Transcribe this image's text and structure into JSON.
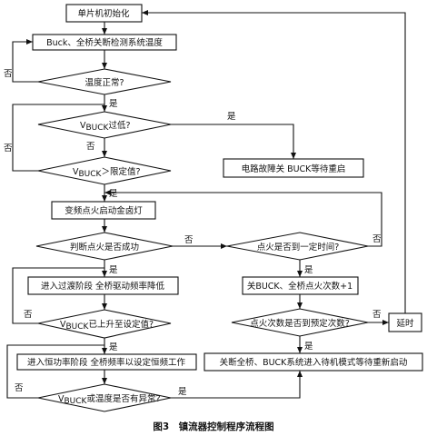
{
  "nodes": {
    "init": "单片机初始化",
    "detect": "Buck、全桥关断检测系统温度",
    "temp_ok": "温度正常?",
    "vbuck_low": "V",
    "vbuck_low_sub": "BUCK",
    "vbuck_low_tail": "过低?",
    "vbuck_gt": "V",
    "vbuck_gt_sub": "BUCK",
    "vbuck_gt_tail": "＞限定值?",
    "fault": "电路故障关 BUCK等待重启",
    "ignite": "变频点火启动金卤灯",
    "judge": "判断点火是否成功",
    "timeout": "点火是否到一定时间?",
    "transition": "进入过渡阶段 全桥驱动频率降低",
    "close_buck": "关BUCK、全桥点火次数+1",
    "vbuck_rise": "V",
    "vbuck_rise_sub": "BUCK",
    "vbuck_rise_tail": "已上升至设定值?",
    "count": "点火次数是否到预定次数?",
    "delay": "延时",
    "constant": "进入恒功率阶段 全桥频率以设定恒频工作",
    "standby": "关断全桥、BUCK系统进入待机模式等待重新启动",
    "abnormal": "V",
    "abnormal_sub": "BUCK",
    "abnormal_tail": "或温度是否有异常?"
  },
  "labels": {
    "yes": "是",
    "no": "否"
  },
  "caption": "图3　镇流器控制程序流程图"
}
